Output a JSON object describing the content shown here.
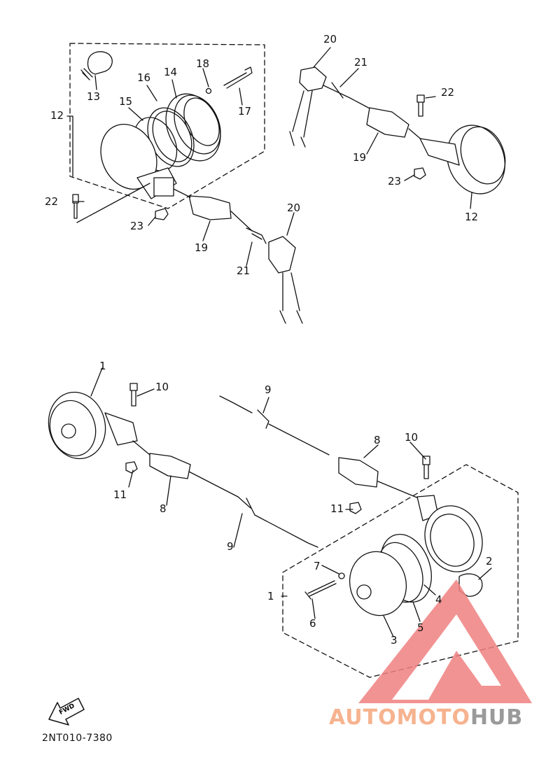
{
  "diagram": {
    "part_code": "2NT010-7380",
    "direction_arrow": "FWD",
    "watermark": {
      "part1": "AUTOMOTO",
      "part2": "HUB",
      "logo_color": "#f08080"
    },
    "callouts": [
      {
        "id": "c13",
        "text": "13"
      },
      {
        "id": "c16",
        "text": "16"
      },
      {
        "id": "c14",
        "text": "14"
      },
      {
        "id": "c18",
        "text": "18"
      },
      {
        "id": "c15",
        "text": "15"
      },
      {
        "id": "c17",
        "text": "17"
      },
      {
        "id": "c12a",
        "text": "12"
      },
      {
        "id": "c22a",
        "text": "22"
      },
      {
        "id": "c23a",
        "text": "23"
      },
      {
        "id": "c19a",
        "text": "19"
      },
      {
        "id": "c20a",
        "text": "20"
      },
      {
        "id": "c21a",
        "text": "21"
      },
      {
        "id": "c20b",
        "text": "20"
      },
      {
        "id": "c21b",
        "text": "21"
      },
      {
        "id": "c22b",
        "text": "22"
      },
      {
        "id": "c19b",
        "text": "19"
      },
      {
        "id": "c23b",
        "text": "23"
      },
      {
        "id": "c12b",
        "text": "12"
      },
      {
        "id": "c1a",
        "text": "1"
      },
      {
        "id": "c10a",
        "text": "10"
      },
      {
        "id": "c9a",
        "text": "9"
      },
      {
        "id": "c8a",
        "text": "8"
      },
      {
        "id": "c10b",
        "text": "10"
      },
      {
        "id": "c11a",
        "text": "11"
      },
      {
        "id": "c8b",
        "text": "8"
      },
      {
        "id": "c9b",
        "text": "9"
      },
      {
        "id": "c11b",
        "text": "11"
      },
      {
        "id": "c2",
        "text": "2"
      },
      {
        "id": "c7",
        "text": "7"
      },
      {
        "id": "c1b",
        "text": "1"
      },
      {
        "id": "c4",
        "text": "4"
      },
      {
        "id": "c6",
        "text": "6"
      },
      {
        "id": "c5",
        "text": "5"
      },
      {
        "id": "c3",
        "text": "3"
      }
    ]
  }
}
